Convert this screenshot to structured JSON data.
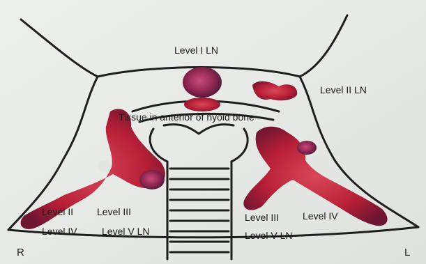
{
  "labels": {
    "level_1": "Level I LN",
    "level_2_left": "Level II LN",
    "hyoid": "Tissue in anterior of hyoid bone",
    "right_level_2": "Level II",
    "right_level_3": "Level III",
    "right_level_4": "Level IV",
    "right_level_5": "Level V LN",
    "left_level_3": "Level III",
    "left_level_4": "Level IV",
    "left_level_5": "Level V LN",
    "side_right": "R",
    "side_left": "L"
  },
  "colors": {
    "paper": "#e9ebe8",
    "ink": "#1e1e1e",
    "tissue_red": "#c8273a",
    "tissue_dark": "#7a1430",
    "tissue_purple": "#5a2a5e"
  }
}
